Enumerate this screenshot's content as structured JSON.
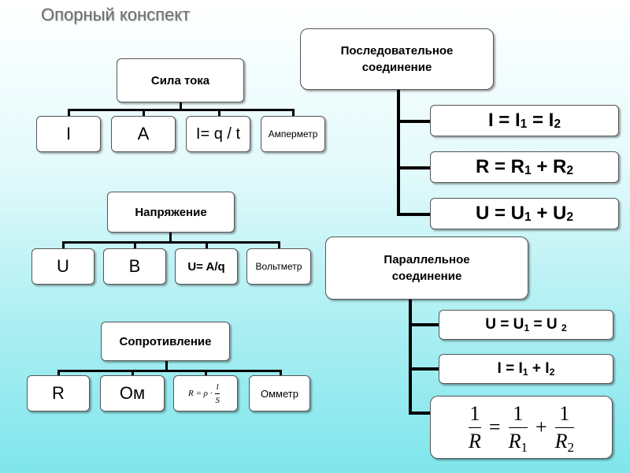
{
  "title": "Опорный конспект",
  "current": {
    "header": "Сила тока",
    "items": [
      "I",
      "А",
      "I= q / t",
      "Амперметр"
    ]
  },
  "voltage": {
    "header": "Напряжение",
    "items": [
      "U",
      "В",
      "U= A/q",
      "Вольтметр"
    ]
  },
  "resistance": {
    "header": "Сопротивление",
    "items": [
      "R",
      "Ом",
      "R = ρ · l / S",
      "Омметр"
    ],
    "formula": {
      "lhs": "R = ρ ·",
      "num": "l",
      "den": "S"
    }
  },
  "series": {
    "header": "Последовательное соединение",
    "formulas": [
      {
        "base": "I = I",
        "s1": "1",
        "mid": " = I",
        "s2": "2"
      },
      {
        "base": "R = R",
        "s1": "1",
        "mid": " + R",
        "s2": "2"
      },
      {
        "base": "U = U",
        "s1": "1",
        "mid": " + U",
        "s2": "2"
      }
    ]
  },
  "parallel": {
    "header": "Параллельное соединение",
    "formulas": [
      {
        "base": "U = U",
        "s1": "1",
        "mid": " = U ",
        "s2": "2"
      },
      {
        "base": "I = I",
        "s1": "1",
        "mid": " + I",
        "s2": "2"
      }
    ],
    "fraction": {
      "one": "1",
      "R": "R",
      "R1": "R",
      "R1sub": "1",
      "R2": "R",
      "R2sub": "2",
      "eq": "=",
      "plus": "+"
    }
  }
}
